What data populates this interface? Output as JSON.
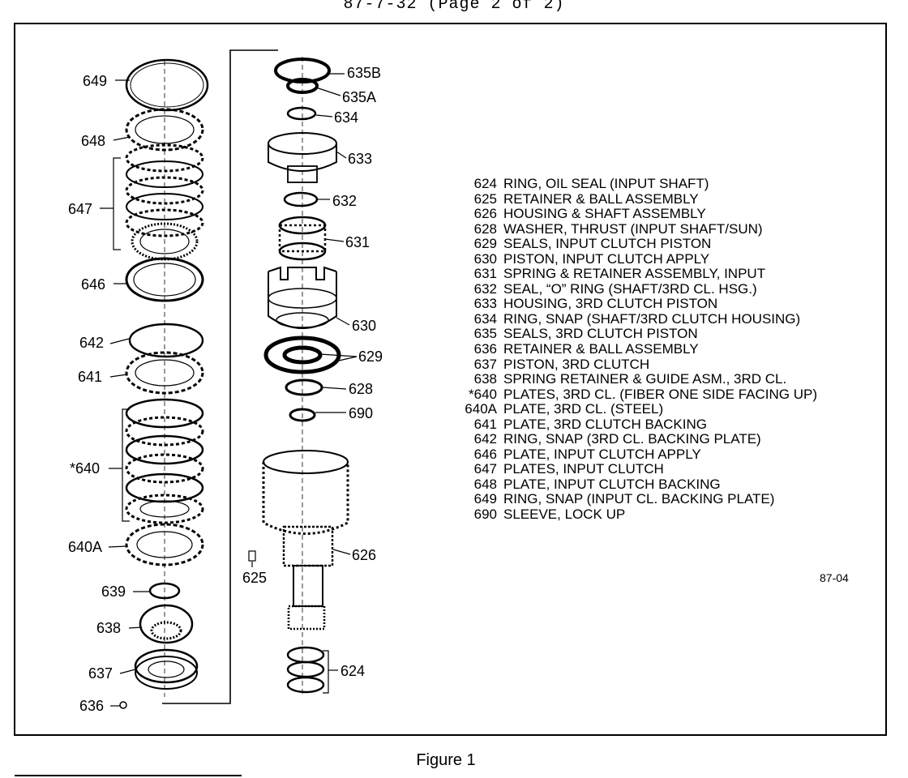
{
  "header": "87-7-32  (Page 2 of 2)",
  "caption": "Figure 1",
  "ref_code": "87-04",
  "labels": {
    "l649": "649",
    "l648": "648",
    "l647": "647",
    "l646": "646",
    "l642": "642",
    "l641": "641",
    "l640": "*640",
    "l640A": "640A",
    "l639": "639",
    "l638": "638",
    "l637": "637",
    "l636": "636",
    "l635B": "635B",
    "l635A": "635A",
    "l634": "634",
    "l633": "633",
    "l632": "632",
    "l631": "631",
    "l630": "630",
    "l629": "629",
    "l628": "628",
    "l690": "690",
    "l626": "626",
    "l625": "625",
    "l624": "624"
  },
  "legend": [
    {
      "num": "624",
      "desc": "RING, OIL SEAL (INPUT SHAFT)"
    },
    {
      "num": "625",
      "desc": "RETAINER & BALL ASSEMBLY"
    },
    {
      "num": "626",
      "desc": "HOUSING & SHAFT ASSEMBLY"
    },
    {
      "num": "628",
      "desc": "WASHER, THRUST (INPUT SHAFT/SUN)"
    },
    {
      "num": "629",
      "desc": "SEALS, INPUT CLUTCH PISTON"
    },
    {
      "num": "630",
      "desc": "PISTON, INPUT CLUTCH APPLY"
    },
    {
      "num": "631",
      "desc": "SPRING & RETAINER ASSEMBLY, INPUT"
    },
    {
      "num": "632",
      "desc": "SEAL, “O” RING (SHAFT/3RD CL. HSG.)"
    },
    {
      "num": "633",
      "desc": "HOUSING, 3RD CLUTCH PISTON"
    },
    {
      "num": "634",
      "desc": "RING, SNAP (SHAFT/3RD CLUTCH HOUSING)"
    },
    {
      "num": "635",
      "desc": "SEALS, 3RD CLUTCH PISTON"
    },
    {
      "num": "636",
      "desc": "RETAINER & BALL ASSEMBLY"
    },
    {
      "num": "637",
      "desc": "PISTON, 3RD CLUTCH"
    },
    {
      "num": "638",
      "desc": "SPRING RETAINER & GUIDE ASM., 3RD CL."
    },
    {
      "num": "*640",
      "desc": "PLATES, 3RD CL. (FIBER ONE SIDE FACING UP)"
    },
    {
      "num": "640A",
      "desc": "PLATE, 3RD CL. (STEEL)"
    },
    {
      "num": "641",
      "desc": "PLATE, 3RD CLUTCH BACKING"
    },
    {
      "num": "642",
      "desc": "RING, SNAP (3RD CL. BACKING PLATE)"
    },
    {
      "num": "646",
      "desc": "PLATE, INPUT CLUTCH APPLY"
    },
    {
      "num": "647",
      "desc": "PLATES, INPUT CLUTCH"
    },
    {
      "num": "648",
      "desc": "PLATE, INPUT CLUTCH BACKING"
    },
    {
      "num": "649",
      "desc": "RING, SNAP (INPUT CL. BACKING PLATE)"
    },
    {
      "num": "690",
      "desc": "SLEEVE, LOCK UP"
    }
  ]
}
